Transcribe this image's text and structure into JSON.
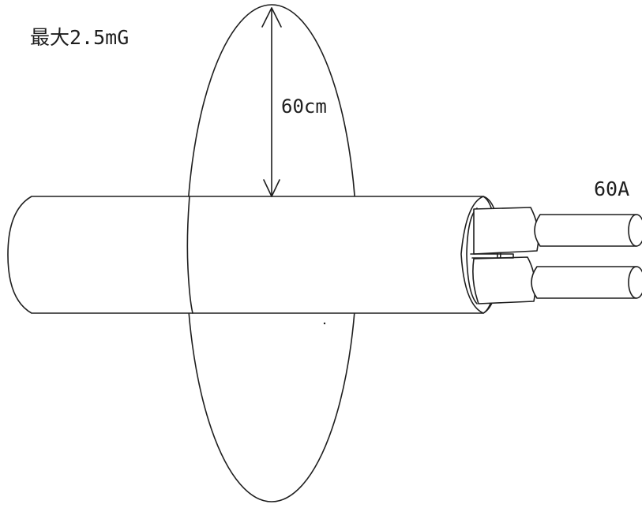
{
  "labels": {
    "field_value": "最大2.5mG",
    "distance": "60cm",
    "current": "60A"
  },
  "colors": {
    "line": "#1e1e1e",
    "fill": "#ffffff",
    "background": "#ffffff"
  }
}
